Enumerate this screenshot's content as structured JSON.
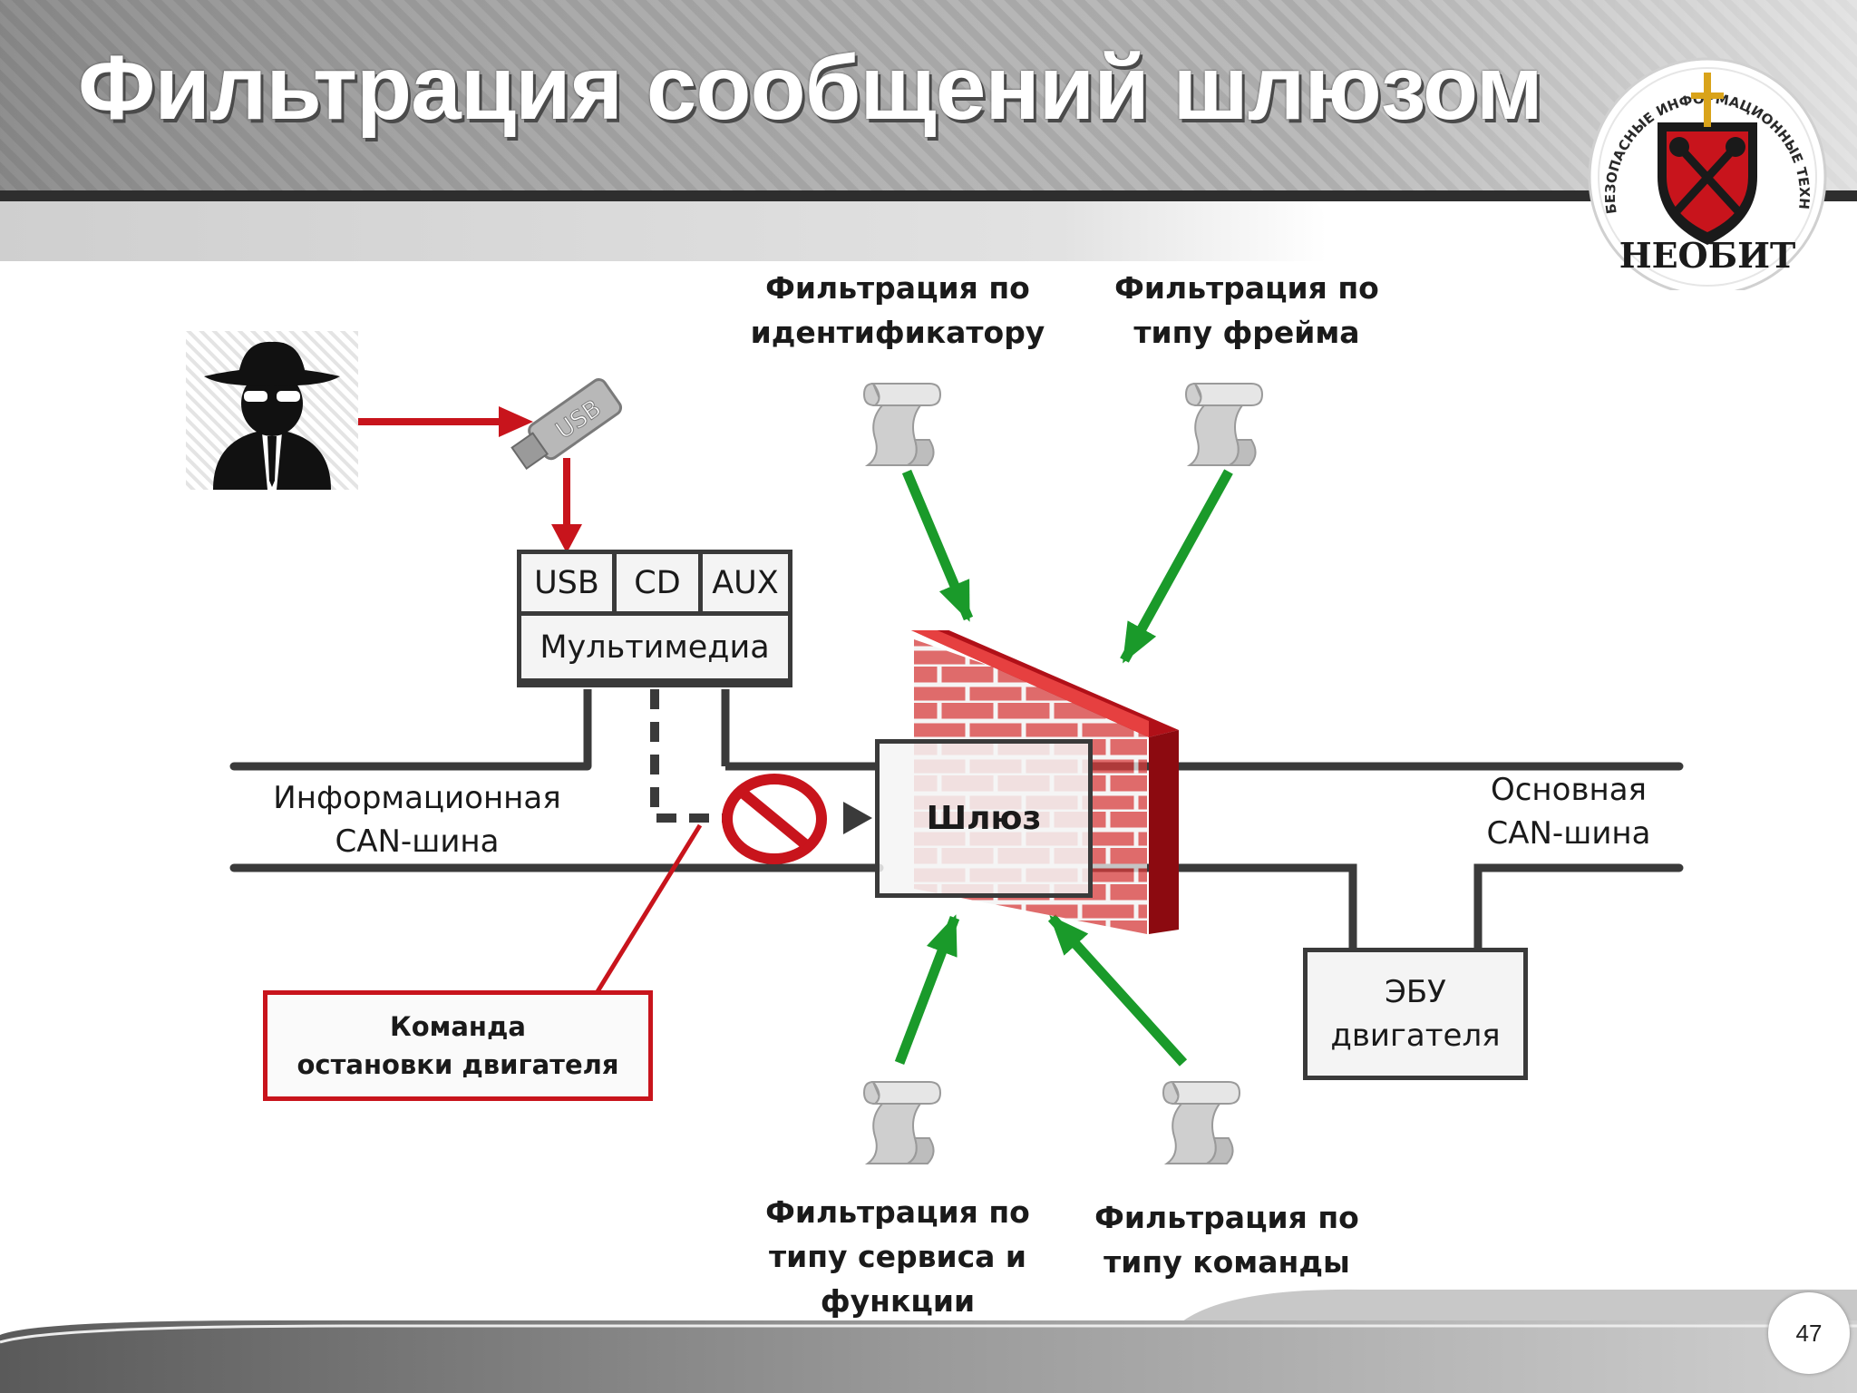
{
  "slide": {
    "title": "Фильтрация сообщений шлюзом",
    "page_number": "47"
  },
  "logo": {
    "arc_text": "НОВЫЕ БЕЗОПАСНЫЕ ИНФОРМАЦИОННЫЕ ТЕХНОЛОГИИ",
    "brand": "НЕОБИТ"
  },
  "usb_stick": {
    "label": "USB"
  },
  "multimedia": {
    "slots": [
      "USB",
      "CD",
      "AUX"
    ],
    "label": "Мультимедиа"
  },
  "buses": {
    "info_bus": [
      "Информационная",
      "CAN-шина"
    ],
    "main_bus": [
      "Основная",
      "CAN-шина"
    ]
  },
  "gateway": {
    "label": "Шлюз"
  },
  "ecu": {
    "label": [
      "ЭБУ",
      "двигателя"
    ]
  },
  "stop_command": {
    "label": [
      "Команда",
      "остановки двигателя"
    ]
  },
  "filters": {
    "by_id": [
      "Фильтрация по",
      "идентификатору"
    ],
    "by_frame_type": [
      "Фильтрация по",
      "типу фрейма"
    ],
    "by_service": [
      "Фильтрация по",
      "типу сервиса и",
      "функции"
    ],
    "by_command": [
      "Фильтрация по",
      "типу команды"
    ]
  },
  "colors": {
    "attack_arrow": "#c8141c",
    "filter_arrow": "#1a9a2a",
    "bus_line": "#3a3a3a",
    "brick": "#c8202a"
  }
}
